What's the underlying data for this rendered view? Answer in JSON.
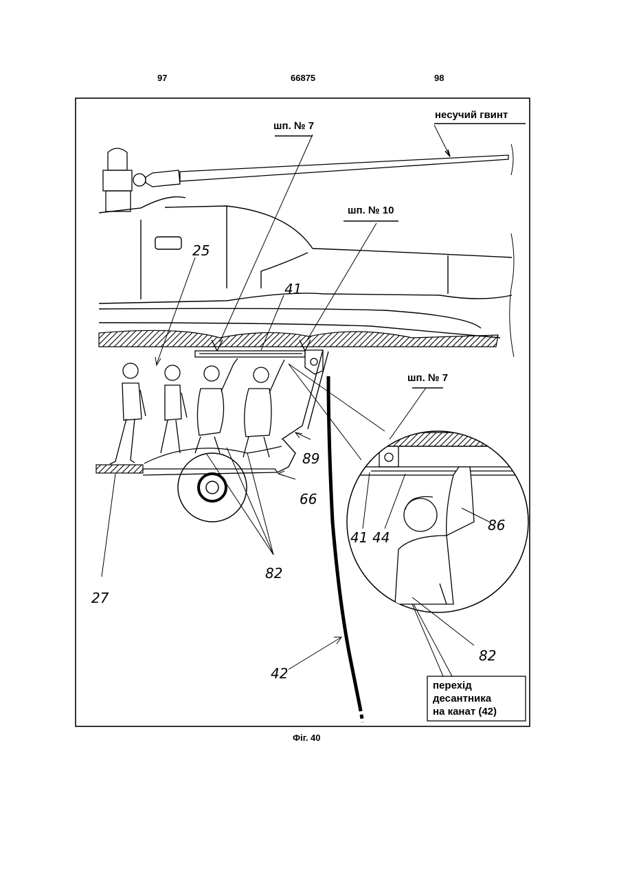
{
  "header": {
    "page_left": "97",
    "patent_number": "66875",
    "page_right": "98"
  },
  "figure": {
    "labels": {
      "rotor": "несучий гвинт",
      "frame7_top": "шп. № 7",
      "frame10": "шп. № 10",
      "frame7_inset": "шп. № 7",
      "n25": "25",
      "n41": "41",
      "n89": "89",
      "n66": "66",
      "n27": "27",
      "n82": "82",
      "n42": "42",
      "n41b": "41",
      "n44": "44",
      "n86": "86",
      "n82b": "82"
    },
    "transition_box": [
      "перехід",
      "десантника",
      "на канат (42)"
    ],
    "caption": "Фіг. 40"
  }
}
